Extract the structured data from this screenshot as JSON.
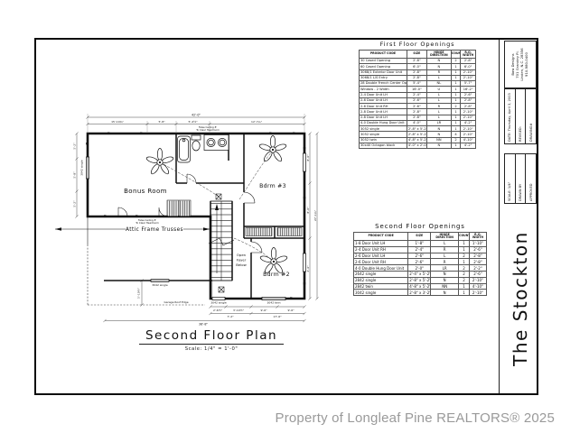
{
  "watermark": "Property of Longleaf Pine REALTORS® 2025",
  "plan": {
    "title": "Second Floor Plan",
    "scale": "Scale: 1/4\" = 1'-0\"",
    "rooms": {
      "bonus": "Bonus Room",
      "bdrm3": "Bdrm #3",
      "bdrm2": "Bdrm #2",
      "foyer_line1": "Open",
      "foyer_line2": "Foyer",
      "foyer_line3": "Below"
    },
    "notes": {
      "attic": "Attic Frame Trusses",
      "garage_edge": "Garage Roof Edge",
      "ceiling_line1": "False Ceiling 8'",
      "ceiling_line2": "To Clear Headroom"
    },
    "window_labels": {
      "left_wall": "3042 single",
      "garage_wall": "3042 single",
      "bdrm2_bottom": "3042 twin",
      "foyer_bottom": "3042 single"
    },
    "dims": {
      "top_overall": "42'-0\"",
      "top_segments": [
        "15'-10¾\"",
        "5'-8\"",
        "5'-4½\"",
        "12'-7¼\""
      ],
      "left_segments": [
        "5'-2\"",
        "5'-8\"",
        "5'-2\""
      ],
      "right_overall": "27'-1¼\"",
      "right_segments": [
        "8'-0\"",
        "8'-0\"",
        "4'-6\""
      ],
      "bottom_segments": [
        "2'-6½\"",
        "3'-10½\"",
        "9'-6\"",
        "9'-6\""
      ],
      "bottom_totals": [
        "7'-2\"",
        "17'-6\""
      ],
      "bottom_overall": "38'-8\"",
      "garage_height": "5'-10½\""
    }
  },
  "first_floor_table": {
    "title": "First Floor Openings",
    "headers": [
      "PRODUCT CODE",
      "SIZE",
      "HINGE DIRECTION",
      "COUNT",
      "R.O. WIDTH"
    ],
    "rows": [
      [
        "30 Cased Opening",
        "2'-8\"",
        "N",
        "2",
        "2'-8\""
      ],
      [
        "60 Cased Opening",
        "6'-0\"",
        "N",
        "1",
        "6'-0\""
      ],
      [
        "3068/1 Exterior Door Unit",
        "2'-8\"",
        "R",
        "1",
        "2'-10\""
      ],
      [
        "3068/1 L/S Entry",
        "2'-8\"",
        "L",
        "1",
        "2'-10\""
      ],
      [
        "28 Double French Center Open",
        "5'-4\"",
        "NL",
        "1",
        "5'-7\""
      ],
      [
        "Window - 2 Width",
        "16'-0\"",
        "U",
        "1",
        "16'-2\""
      ],
      [
        "2-4 Door Unit LH",
        "2'-4\"",
        "L",
        "1",
        "2'-6\""
      ],
      [
        "2-6 Door Unit LH",
        "2'-6\"",
        "L",
        "1",
        "2'-8\""
      ],
      [
        "2-6 Door Unit RH",
        "2'-6\"",
        "R",
        "2",
        "2'-8\""
      ],
      [
        "2-8 Door Unit LH",
        "2'-8\"",
        "L",
        "1",
        "2'-10\""
      ],
      [
        "2-8 Door Unit LH",
        "2'-8\"",
        "L",
        "1",
        "2'-10\""
      ],
      [
        "4-0 Double Hung Door Unit",
        "4'-0\"",
        "LR",
        "1",
        "4'-2\""
      ],
      [
        "3052 single",
        "2'-8\" x 5'-2\"",
        "N",
        "1",
        "2'-10\""
      ],
      [
        "3052 single",
        "2'-8\" x 5'-2\"",
        "N",
        "4",
        "2'-10\""
      ],
      [
        "3052 twin",
        "4'-8\" x 5'-2\"",
        "NN",
        "2",
        "4'-10\""
      ],
      [
        "30x40 Octagon block",
        "4'-0\" x 2'-0\"",
        "N",
        "1",
        "4'-2\""
      ]
    ]
  },
  "second_floor_table": {
    "title": "Second Floor Openings",
    "headers": [
      "PRODUCT CODE",
      "SIZE",
      "HINGE DIRECTION",
      "COUNT",
      "R.O. WIDTH"
    ],
    "rows": [
      [
        "1-8 Door Unit LH",
        "1'-8\"",
        "L",
        "1",
        "1'-10\""
      ],
      [
        "2-4 Door Unit RH",
        "2'-4\"",
        "R",
        "1",
        "2'-6\""
      ],
      [
        "2-6 Door Unit LH",
        "2'-6\"",
        "L",
        "2",
        "2'-8\""
      ],
      [
        "2-6 Door Unit RH",
        "2'-6\"",
        "R",
        "1",
        "2'-8\""
      ],
      [
        "4-0 Double Hung Door Unit",
        "2'-0\"",
        "LR",
        "2",
        "2'-2\""
      ],
      [
        "2642 single",
        "2'-4\" x 5'-2\"",
        "N",
        "2",
        "2'-6\""
      ],
      [
        "2842 single",
        "2'-8\" x 5'-2\"",
        "N",
        "2",
        "2'-10\""
      ],
      [
        "2842 twin",
        "4'-8\" x 5'-2\"",
        "NN",
        "1",
        "4'-10\""
      ],
      [
        "3042 single",
        "2'-8\" x 3'-2\"",
        "N",
        "1",
        "2'-10\""
      ]
    ]
  },
  "title_block": {
    "company_name": "Baw Designs",
    "company_addr1": "701 Grandey Pl.",
    "company_addr2": "Linden, N.C. 28356",
    "company_phone": "910-980-0400",
    "date": "DATE: Thursday, April 3, 2003",
    "revised": "REVISED:",
    "drawing_no": "DRAWING#",
    "scale": "SCALE: 1/4\"",
    "drawn_by": "DRAWN BY",
    "approved": "APPROVED",
    "project_name": "The Stockton"
  }
}
